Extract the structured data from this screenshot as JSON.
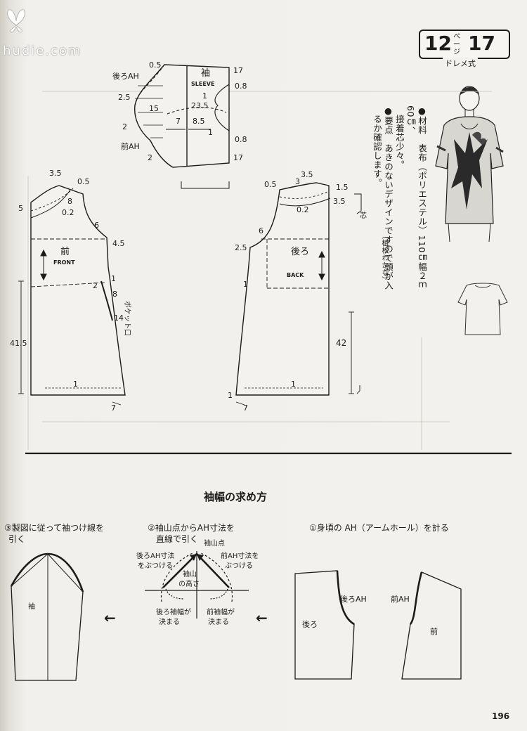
{
  "watermark": "hudie.com",
  "header": {
    "page_ref": "12",
    "page_ref_unit": "ページ",
    "item_no": "17",
    "style": "ドレメ式"
  },
  "description": {
    "material_line1": "●材料　表布（ポリエステル）110㎝幅２ｍ60㎝、",
    "material_line2": "　接着芯少々。",
    "point_line1": "●要点　あきのないデザインですので頭が入",
    "point_line2": "　るか確認します。",
    "designer": "（植松わかな）"
  },
  "sleeve": {
    "title_jp": "袖",
    "title_en": "SLEEVE",
    "dims": {
      "top_left": "0.5",
      "back_ah": "後ろAH",
      "d25": "2.5",
      "d15": "15",
      "d2a": "2",
      "front_ah": "前AH",
      "d2b": "2",
      "d7": "7",
      "d85": "8.5",
      "d235": "23.5",
      "d1a": "1",
      "d1b": "1",
      "d17a": "17",
      "d08a": "0.8",
      "d08b": "0.8",
      "d17b": "17"
    }
  },
  "front": {
    "title_jp": "前",
    "title_en": "FRONT",
    "dims": {
      "d35": "3.5",
      "d05": "0.5",
      "d8": "8",
      "d5": "5",
      "d02": "0.2",
      "d6": "6",
      "d45": "4.5",
      "d2": "2",
      "d1": "1",
      "d8b": "8",
      "d14": "14",
      "d415": "41.5",
      "d1b": "1",
      "d7": "7"
    },
    "pocket_label": "ポケット口"
  },
  "back": {
    "title_jp": "後ろ",
    "title_en": "BACK",
    "dims": {
      "d35": "3.5",
      "d05": "0.5",
      "d3": "3",
      "d15": "1.5",
      "d35b": "3.5",
      "d02": "0.2",
      "d6": "6",
      "d25": "2.5",
      "d1": "1",
      "d42": "42",
      "d1b": "1",
      "d1c": "1",
      "d7": "7"
    },
    "interfacing_label": "芯"
  },
  "section": {
    "title": "袖幅の求め方",
    "step1": "①身頃の AH（アームホール）を計る",
    "step1_back_ah": "後ろAH",
    "step1_front_ah": "前AH",
    "step1_back": "後ろ",
    "step1_front": "前",
    "step2_l1": "②袖山点からAH寸法を",
    "step2_l2": "直線で引く",
    "step2_peak": "袖山点",
    "step2_back_l1": "後ろAH寸法",
    "step2_back_l2": "をぶつける",
    "step2_front_l1": "前AH寸法を",
    "step2_front_l2": "ぶつける",
    "step2_height_l1": "袖山",
    "step2_height_l2": "の高さ",
    "step2_bwidth_l1": "後ろ袖幅が",
    "step2_bwidth_l2": "決まる",
    "step2_fwidth_l1": "前袖幅が",
    "step2_fwidth_l2": "決まる",
    "step3_l1": "③製図に従って袖つけ線を",
    "step3_l2": "引く",
    "step3_label": "袖",
    "arrow": "←"
  },
  "page_number": "196"
}
